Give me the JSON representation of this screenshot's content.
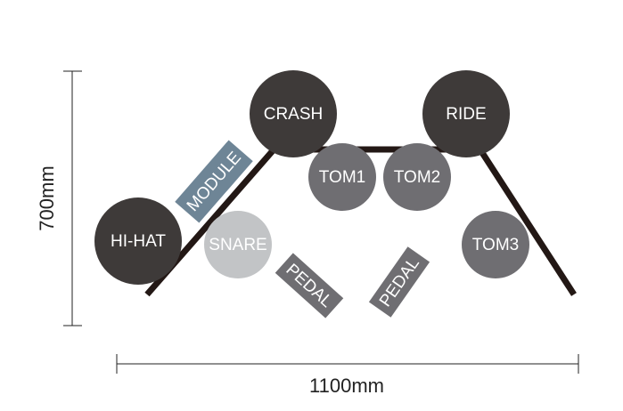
{
  "colors": {
    "rack": "#231815",
    "dark": "#3e3a39",
    "mid": "#6f6e72",
    "light": "#c2c4c6",
    "module": "#6e8596",
    "pedal": "#6f6e72",
    "dimension": "#222222"
  },
  "dimensions": {
    "height": "700mm",
    "width": "1100mm"
  },
  "cymbals": {
    "crash": "CRASH",
    "ride": "RIDE",
    "hihat": "HI-HAT"
  },
  "drums": {
    "tom1": "TOM1",
    "tom2": "TOM2",
    "tom3": "TOM3",
    "snare": "SNARE"
  },
  "module": "MODULE",
  "pedals": {
    "left": "PEDAL",
    "right": "PEDAL"
  }
}
